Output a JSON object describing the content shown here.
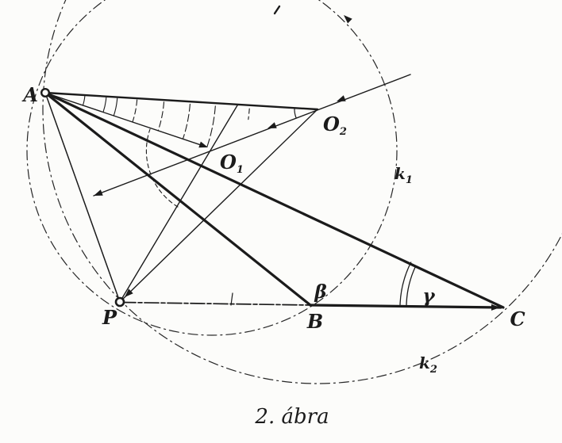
{
  "figure": {
    "caption": "2. ábra",
    "labels": {
      "a": "A",
      "p": "P",
      "b": "B",
      "c": "C",
      "o1_main": "O",
      "o1_sub": "1",
      "o2_main": "O",
      "o2_sub": "2",
      "beta": "β",
      "gamma": "γ",
      "k1_main": "k",
      "k1_sub": "1",
      "k2_main": "k",
      "k2_sub": "2"
    },
    "colors": {
      "ink": "#1b1b1b",
      "paper": "#fcfcfa"
    }
  }
}
